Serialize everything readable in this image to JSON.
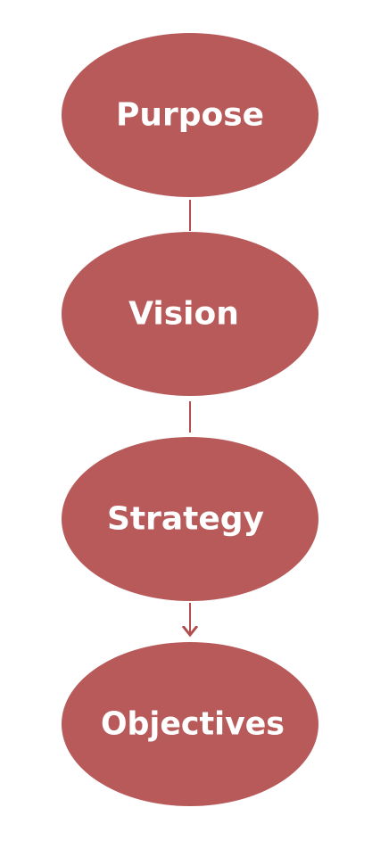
{
  "diagram": {
    "nodes": [
      {
        "id": "purpose",
        "label": "Purpose"
      },
      {
        "id": "vision",
        "label": "Vision"
      },
      {
        "id": "strategy",
        "label": "Strategy"
      },
      {
        "id": "objectives",
        "label": "Objectives"
      }
    ],
    "edges": [
      {
        "from": "purpose",
        "to": "vision",
        "arrow": false
      },
      {
        "from": "vision",
        "to": "strategy",
        "arrow": false
      },
      {
        "from": "strategy",
        "to": "objectives",
        "arrow": true
      }
    ],
    "colors": {
      "node_fill": "#b85a5a",
      "connector": "#b04d4d",
      "label": "#ffffff"
    }
  }
}
